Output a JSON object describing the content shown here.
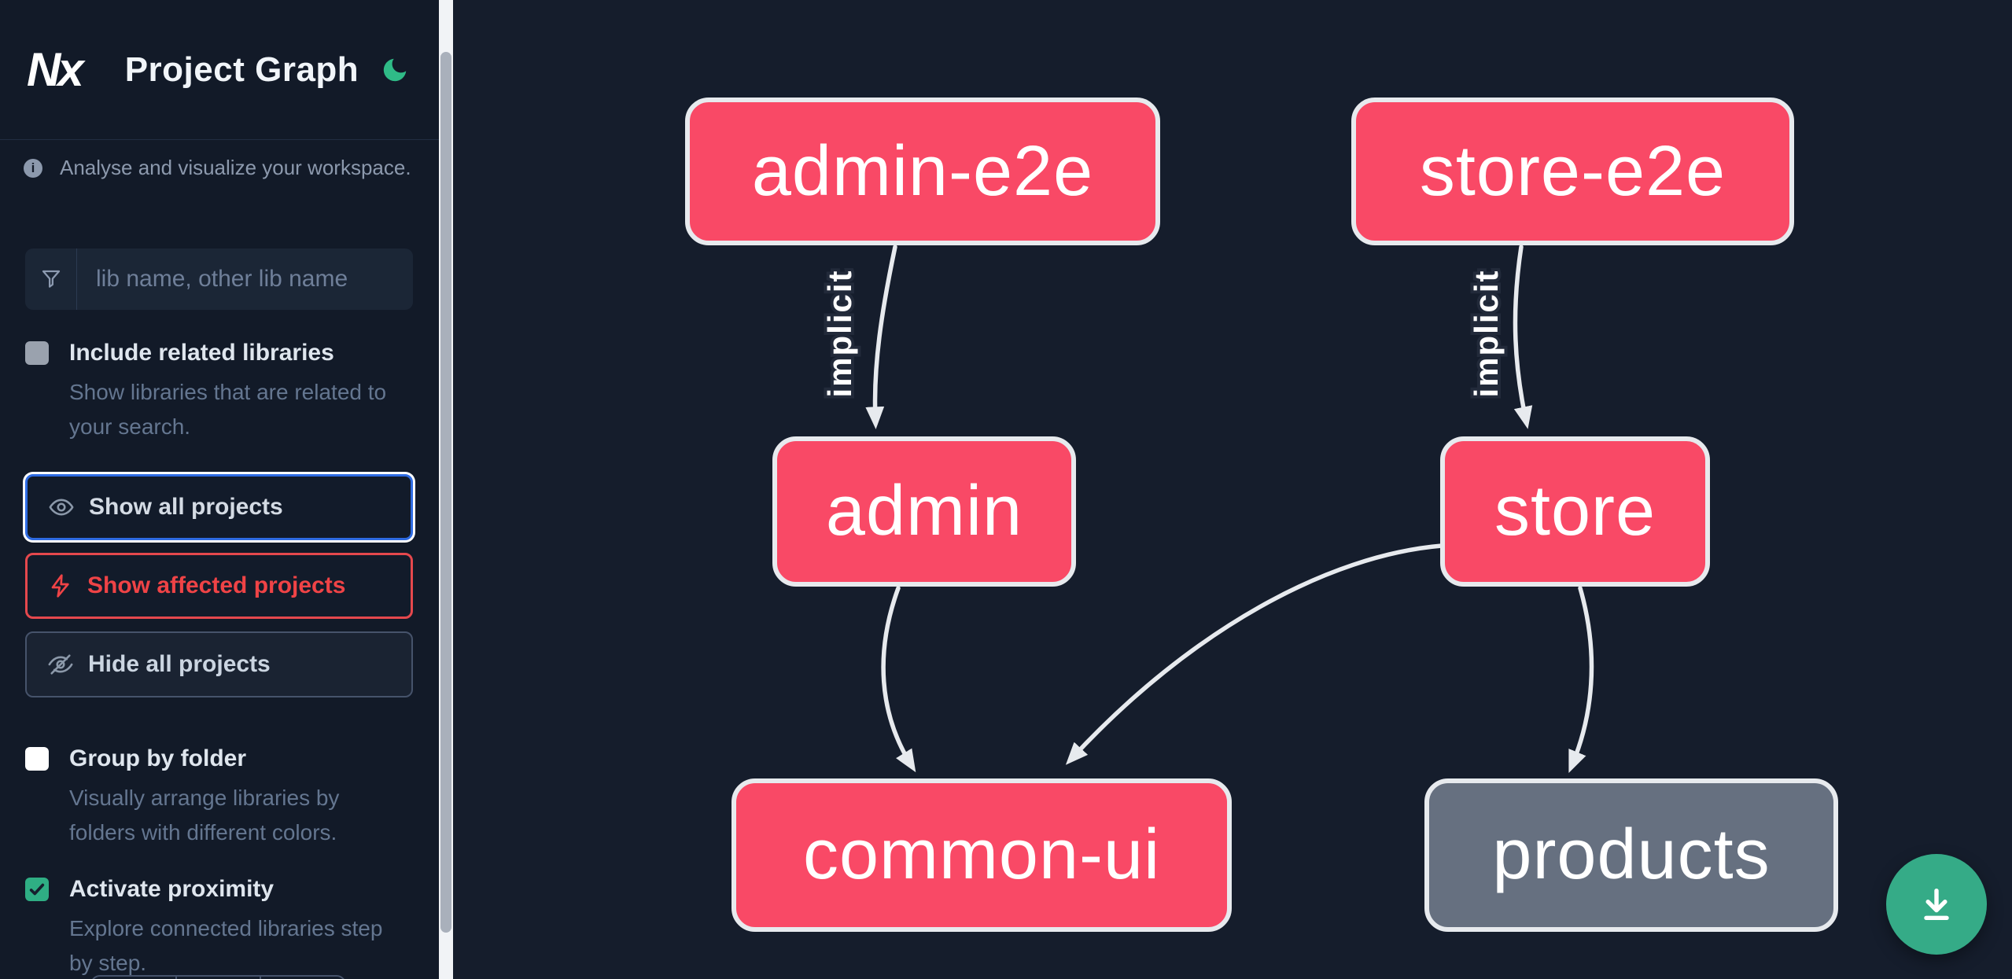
{
  "header": {
    "logo": "Nx",
    "title": "Project Graph",
    "theme_icon": "moon-icon"
  },
  "sidebar": {
    "info_text": "Analyse and visualize your workspace.",
    "search": {
      "placeholder": "lib name, other lib name",
      "value": "",
      "icon": "funnel-icon"
    },
    "include_related": {
      "label": "Include related libraries",
      "description": "Show libraries that are related to your search.",
      "checked": false
    },
    "actions": {
      "show_all": {
        "label": "Show all projects",
        "icon": "eye-icon",
        "selected": true
      },
      "show_affected": {
        "label": "Show affected projects",
        "icon": "bolt-icon",
        "selected": false
      },
      "hide_all": {
        "label": "Hide all projects",
        "icon": "eye-off-icon",
        "selected": false
      }
    },
    "group_by_folder": {
      "label": "Group by folder",
      "description": "Visually arrange libraries by folders with different colors.",
      "checked": false
    },
    "activate_proximity": {
      "label": "Activate proximity",
      "description": "Explore connected libraries step by step.",
      "checked": true
    }
  },
  "graph": {
    "nodes": [
      {
        "label": "admin-e2e",
        "color": "pink"
      },
      {
        "label": "store-e2e",
        "color": "pink"
      },
      {
        "label": "admin",
        "color": "pink"
      },
      {
        "label": "store",
        "color": "pink"
      },
      {
        "label": "common-ui",
        "color": "pink"
      },
      {
        "label": "products",
        "color": "gray"
      }
    ],
    "edges": [
      {
        "from": "admin-e2e",
        "to": "admin",
        "label": "implicit"
      },
      {
        "from": "store-e2e",
        "to": "store",
        "label": "implicit"
      },
      {
        "from": "admin",
        "to": "common-ui",
        "label": ""
      },
      {
        "from": "store",
        "to": "common-ui",
        "label": ""
      },
      {
        "from": "store",
        "to": "products",
        "label": ""
      }
    ]
  },
  "fab": {
    "icon": "download-icon"
  },
  "colors": {
    "canvas_bg": "#151d2c",
    "sidebar_bg": "#121a28",
    "node_pink": "#f94966",
    "node_gray": "#667080",
    "node_border": "#e7eaee",
    "edge": "#e7eaee",
    "accent_green": "#35ab87",
    "moon_green": "#2fbb87",
    "focus_blue": "#2e6be2",
    "danger_red": "#e5484d",
    "proximity_check_green": "#2fae84"
  }
}
